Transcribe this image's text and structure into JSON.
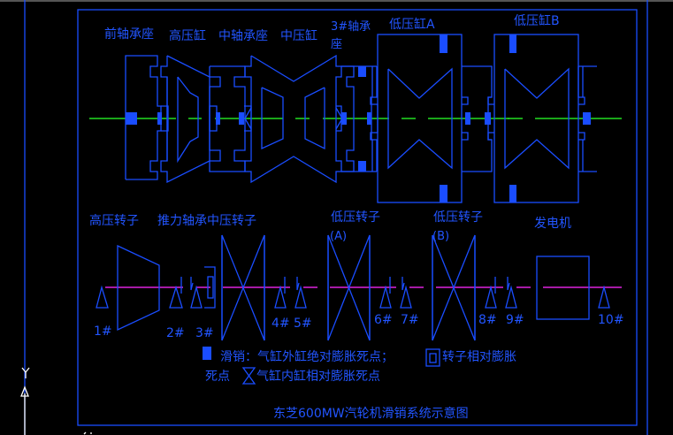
{
  "colors": {
    "background": "#000000",
    "line": "#1a4dff",
    "text": "#2255ff",
    "cylinder_axis": "#22dd22",
    "rotor_axis": "#dd22dd",
    "ucs_icon": "#ffffff"
  },
  "top_labels": {
    "front_bearing": "前轴承座",
    "hp_cylinder": "高压缸",
    "mid_bearing": "中轴承座",
    "ip_cylinder": "中压缸",
    "bearing3_line1": "3#轴承",
    "bearing3_line2": "座",
    "lp_cylinder_a": "低压缸A",
    "lp_cylinder_b": "低压缸B"
  },
  "rotor_labels": {
    "hp_rotor": "高压转子",
    "thrust_ip_rotor": "推力轴承中压转子",
    "lp_rotor_a_line1": "低压转子",
    "lp_rotor_a_line2": "(A)",
    "lp_rotor_b_line1": "低压转子",
    "lp_rotor_b_line2": "(B)",
    "generator": "发电机"
  },
  "bearings": [
    "1#",
    "2#",
    "3#",
    "4#",
    "5#",
    "6#",
    "7#",
    "8#",
    "9#",
    "10#"
  ],
  "legend": {
    "line1": "滑销：气缸外缸绝对膨胀死点；",
    "line1b": "转子相对膨胀",
    "line2a": "死点",
    "line2b": "气缸内缸相对膨胀死点"
  },
  "title": "东芝600MW汽轮机滑销系统示意图",
  "ucs": {
    "y_label": "Y"
  }
}
